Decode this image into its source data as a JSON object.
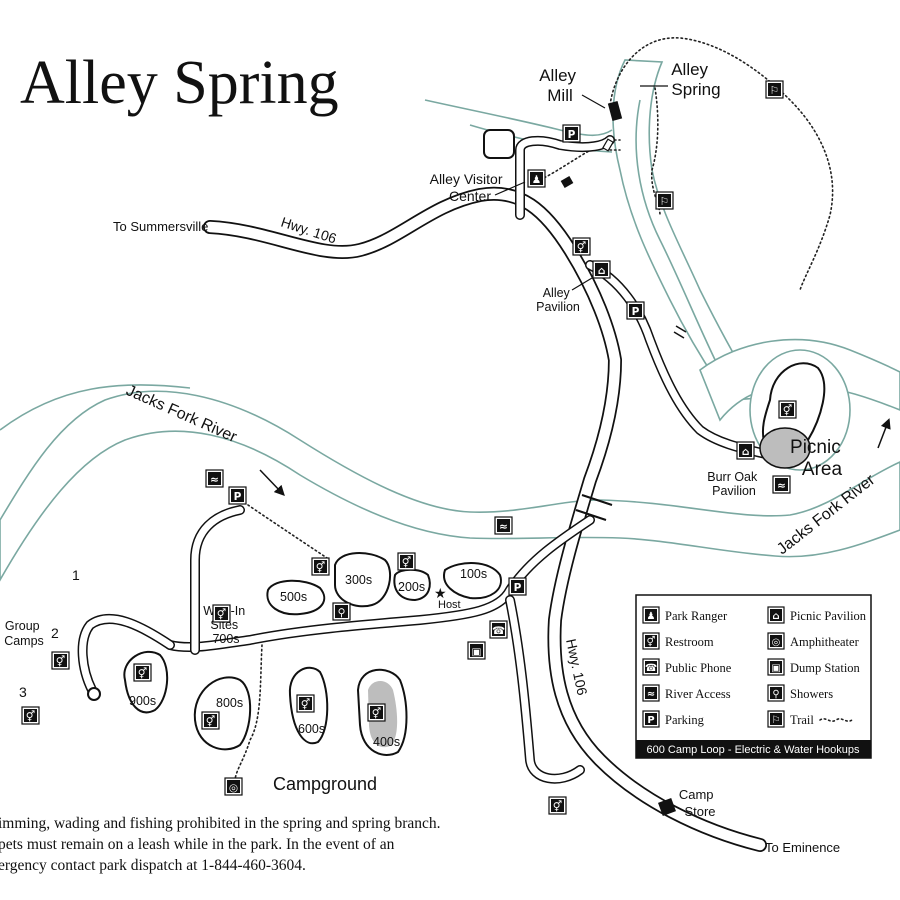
{
  "map": {
    "title": "Alley Spring",
    "places": {
      "alley_mill": [
        "Alley",
        "Mill"
      ],
      "alley_spring": [
        "Alley",
        "Spring"
      ],
      "visitor_center": [
        "Alley Visitor",
        "Center"
      ],
      "alley_pavilion": [
        "Alley",
        "Pavilion"
      ],
      "picnic_area": [
        "Picnic",
        "Area"
      ],
      "burr_oak_pavilion": [
        "Burr Oak",
        "Pavilion"
      ],
      "walk_in": [
        "Walk-In",
        "Sites",
        "700s"
      ],
      "group_camps": [
        "Group",
        "Camps"
      ],
      "camp_store": [
        "Camp",
        "Store"
      ],
      "campground": "Campground",
      "host": "Host"
    },
    "roads": {
      "to_summersville": "To Summersville",
      "hwy_106_top": "Hwy. 106",
      "hwy_106_right": "Hwy. 106",
      "to_eminence": "To Eminence"
    },
    "rivers": {
      "jacks_fork_left": "Jacks Fork River",
      "jacks_fork_right": "Jacks Fork River"
    },
    "loops": {
      "l100": "100s",
      "l200": "200s",
      "l300": "300s",
      "l400": "400s",
      "l500": "500s",
      "l600": "600s",
      "l800": "800s",
      "l900": "900s"
    },
    "group_numbers": [
      "1",
      "2",
      "3"
    ],
    "legend": {
      "items": [
        {
          "label": "Park Ranger",
          "icon": "park-ranger-icon"
        },
        {
          "label": "Picnic Pavilion",
          "icon": "picnic-pavilion-icon"
        },
        {
          "label": "Restroom",
          "icon": "restroom-icon"
        },
        {
          "label": "Amphitheater",
          "icon": "amphitheater-icon"
        },
        {
          "label": "Public Phone",
          "icon": "public-phone-icon"
        },
        {
          "label": "Dump Station",
          "icon": "dump-station-icon"
        },
        {
          "label": "River Access",
          "icon": "river-access-icon"
        },
        {
          "label": "Showers",
          "icon": "showers-icon"
        },
        {
          "label": "Parking",
          "icon": "parking-icon"
        },
        {
          "label": "Trail",
          "icon": "trail-icon"
        }
      ],
      "footer": "600 Camp Loop - Electric & Water Hookups"
    },
    "notice": [
      "imming, wading and fishing prohibited in the spring and spring branch.",
      "pets must remain on a leash while in the park. In the event of an",
      "ergency contact park dispatch at 1-844-460-3604."
    ],
    "colors": {
      "river": "#7aa8a1",
      "highlight_area": "#bdbdbd",
      "ink": "#111111"
    }
  }
}
